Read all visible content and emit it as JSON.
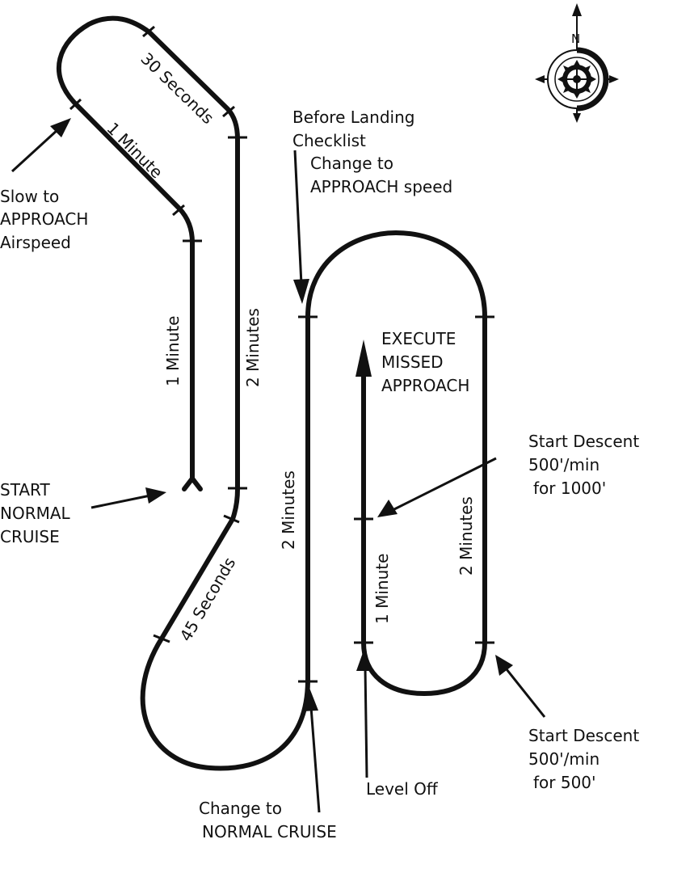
{
  "labels": {
    "thirty_seconds": "30 Seconds",
    "one_minute_diag": "1 Minute",
    "slow_to": [
      "Slow to",
      "APPROACH",
      "Airspeed"
    ],
    "one_minute_vert": "1 Minute",
    "two_minutes_left": "2 Minutes",
    "start_cruise": [
      "START",
      "NORMAL",
      "CRUISE"
    ],
    "forty_five_seconds": "45 Seconds",
    "before_landing": [
      "Before Landing",
      "Checklist"
    ],
    "change_approach": [
      "Change to",
      "APPROACH speed"
    ],
    "two_minutes_mid": "2 Minutes",
    "execute_missed": [
      "EXECUTE",
      "MISSED",
      "APPROACH"
    ],
    "start_descent_1000": [
      "Start Descent",
      "500'/min",
      "for 1000'"
    ],
    "one_minute_inner": "1 Minute",
    "two_minutes_right": "2 Minutes",
    "start_descent_500": [
      "Start Descent",
      "500'/min",
      "for 500'"
    ],
    "level_off": "Level Off",
    "change_normal": [
      "Change to",
      "NORMAL CRUISE"
    ]
  },
  "compass": {
    "north_label": "N"
  },
  "colors": {
    "ink": "#111111",
    "background": "#ffffff"
  }
}
